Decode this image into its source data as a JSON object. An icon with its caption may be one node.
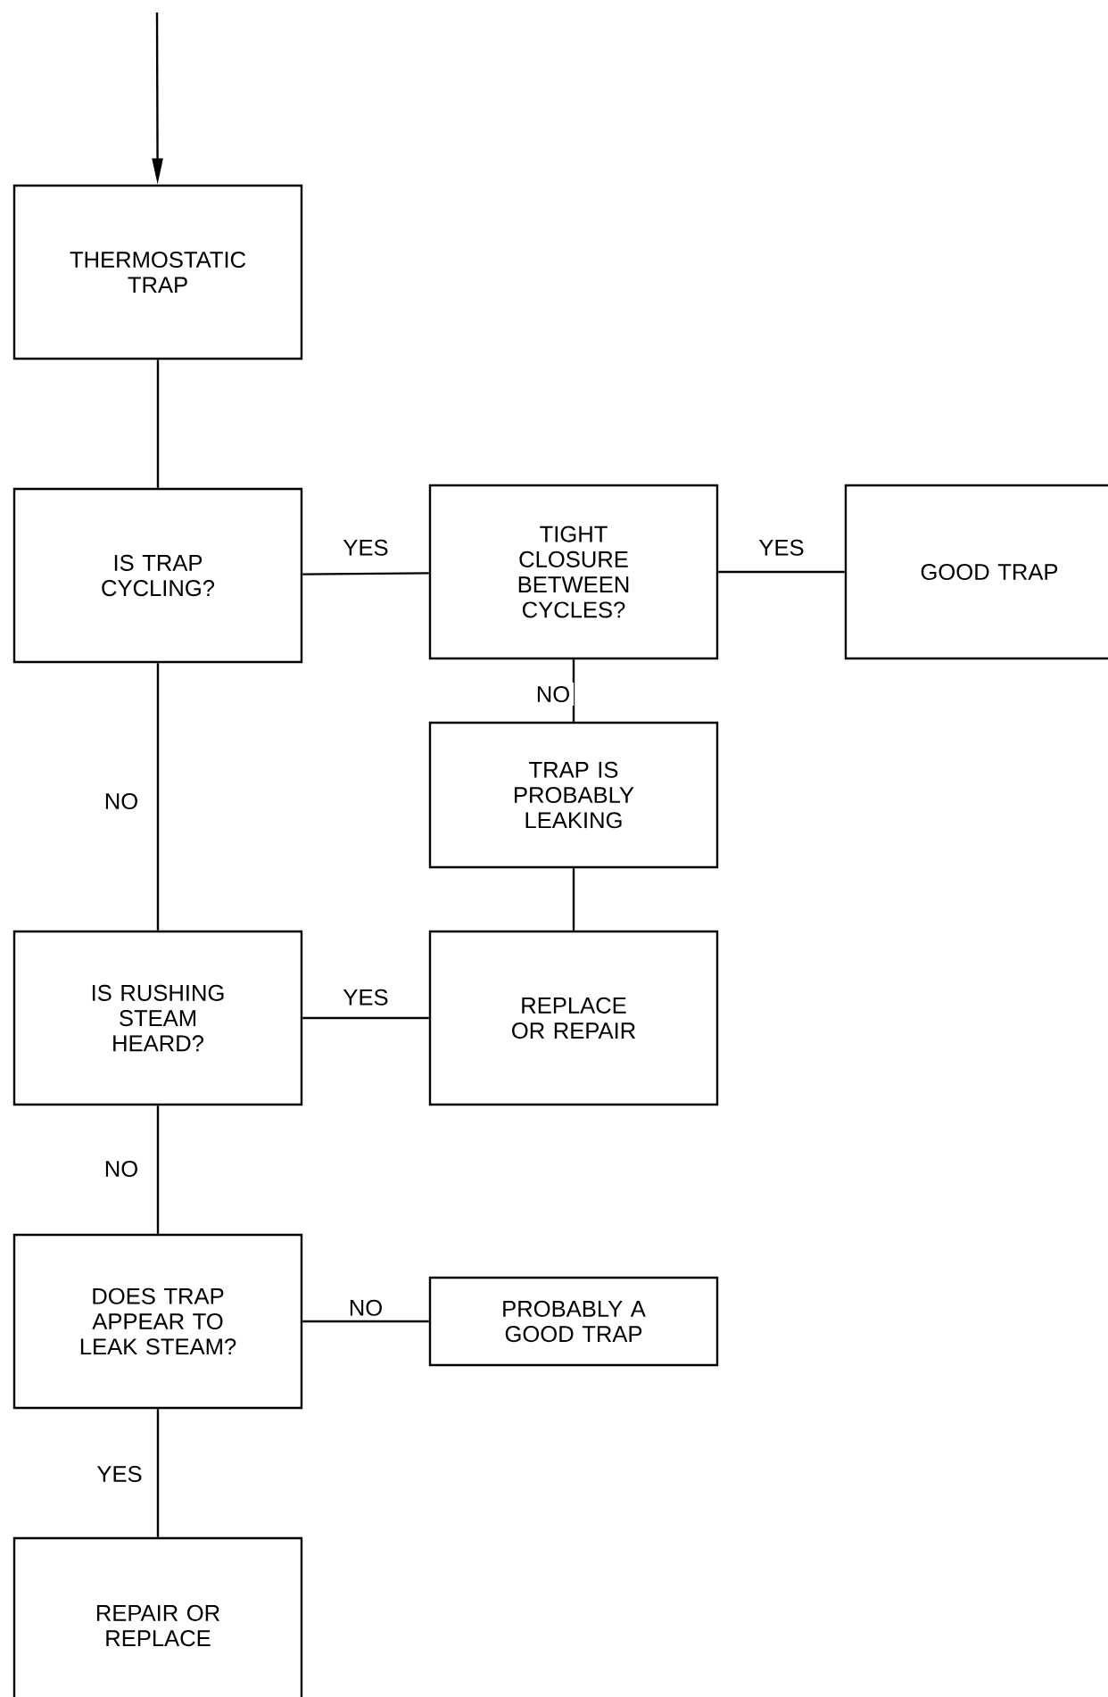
{
  "diagram": {
    "nodes": [
      {
        "text": [
          "THERMOSTATIC TRAP"
        ]
      },
      {
        "text": [
          "IS TRAP CYCLING?"
        ]
      },
      {
        "text": [
          "TIGHT CLOSURE BETWEEN CYCLES?"
        ]
      },
      {
        "text": [
          "GOOD TRAP"
        ]
      },
      {
        "text": [
          "TRAP IS PROBABLY LEAKING"
        ]
      },
      {
        "text": [
          "IS RUSHING STEAM HEARD?"
        ]
      },
      {
        "text": [
          "REPLACE OR REPAIR"
        ]
      },
      {
        "text": [
          "DOES TRAP APPEAR TO LEAK STEAM?"
        ]
      },
      {
        "text": [
          "PROBABLY A GOOD TRAP"
        ]
      },
      {
        "text": [
          "REPAIR OR REPLACE"
        ]
      }
    ],
    "edges": [
      {
        "from": null,
        "to": 0,
        "arrow": "to"
      },
      {
        "from": 0,
        "to": 1,
        "arrow": "none"
      },
      {
        "from": 1,
        "to": 2,
        "arrow": "none",
        "label": "YES"
      },
      {
        "from": 2,
        "to": 3,
        "arrow": "none",
        "label": "YES"
      },
      {
        "from": 2,
        "to": 4,
        "arrow": "none",
        "label": "NO"
      },
      {
        "from": 4,
        "to": 6,
        "arrow": "none"
      },
      {
        "from": 1,
        "to": 5,
        "arrow": "none",
        "label": "NO"
      },
      {
        "from": 5,
        "to": 6,
        "arrow": "none",
        "label": "YES"
      },
      {
        "from": 5,
        "to": 7,
        "arrow": "none",
        "label": "NO"
      },
      {
        "from": 7,
        "to": 8,
        "arrow": "none",
        "label": "NO"
      },
      {
        "from": 7,
        "to": 9,
        "arrow": "none",
        "label": "YES"
      }
    ]
  }
}
